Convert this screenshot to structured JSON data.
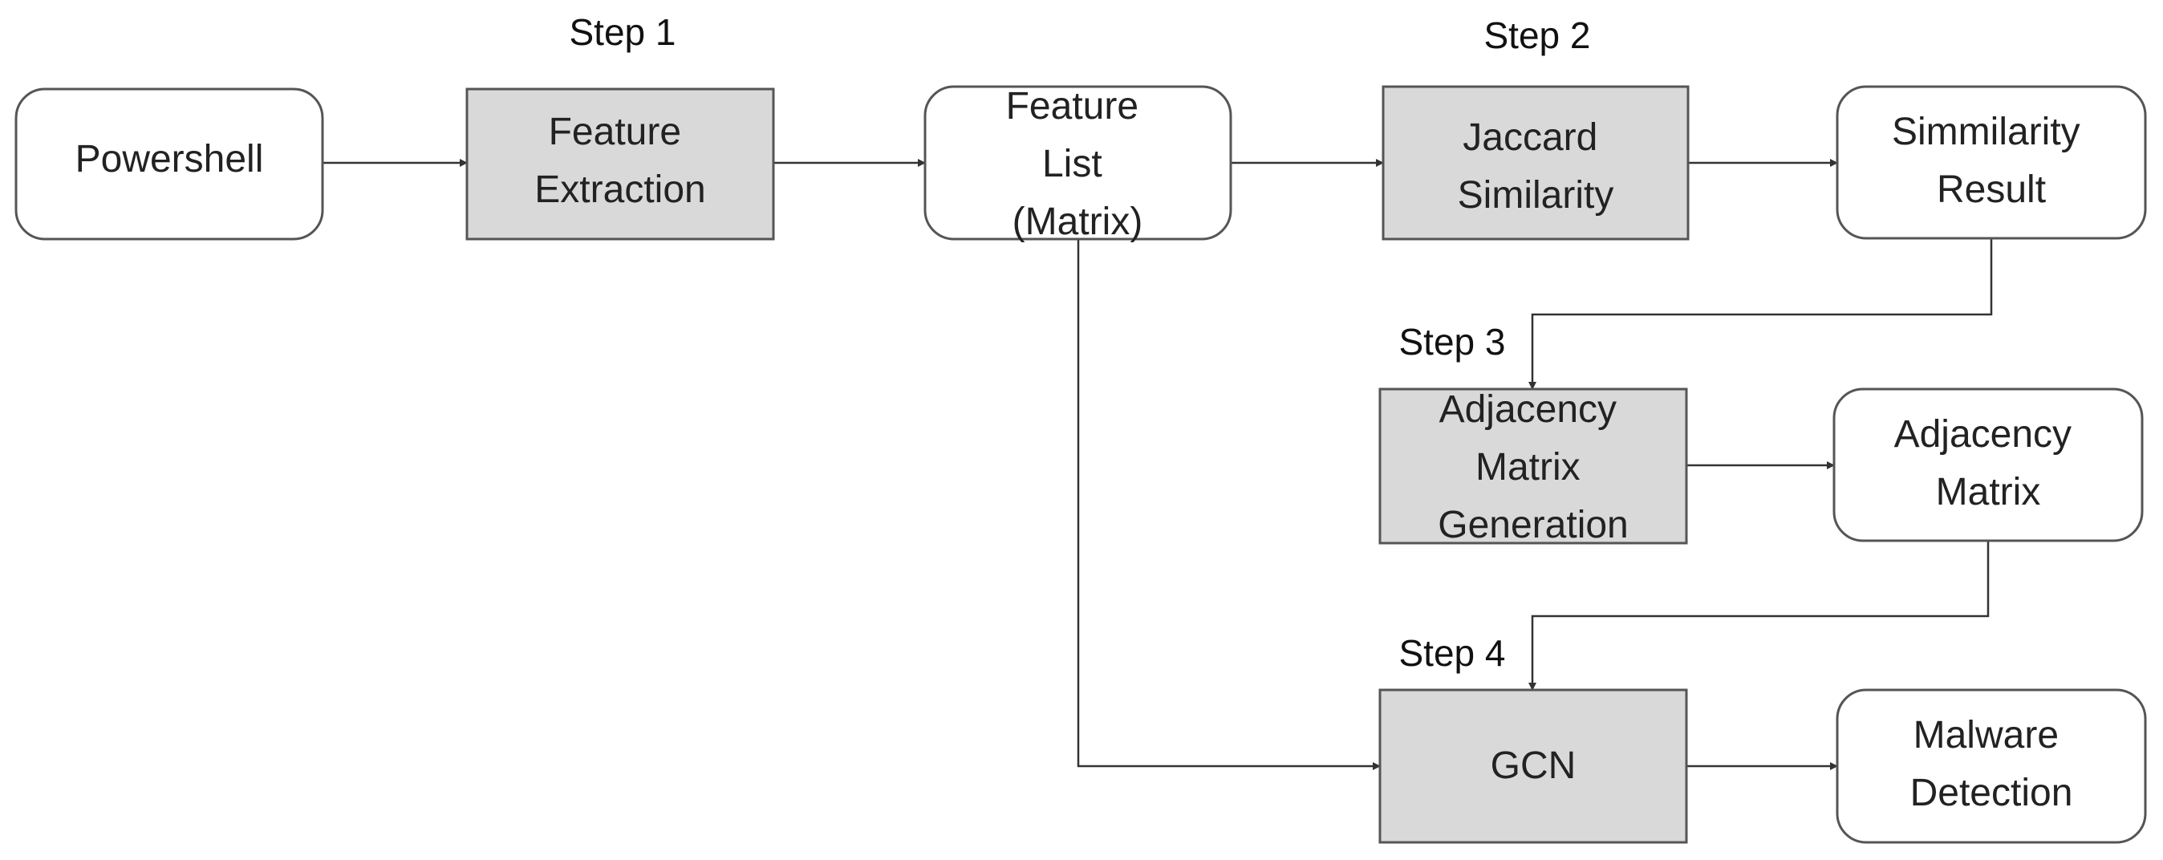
{
  "diagram": {
    "steps": {
      "step1": "Step 1",
      "step2": "Step 2",
      "step3": "Step 3",
      "step4": "Step 4"
    },
    "nodes": {
      "powershell": {
        "lines": [
          "Powershell"
        ],
        "shape": "rounded"
      },
      "feature_extraction": {
        "lines": [
          "Feature",
          "Extraction"
        ],
        "shape": "process"
      },
      "feature_list": {
        "lines": [
          "Feature",
          "List",
          "(Matrix)"
        ],
        "shape": "rounded"
      },
      "jaccard_similarity": {
        "lines": [
          "Jaccard",
          "Similarity"
        ],
        "shape": "process"
      },
      "similarity_result": {
        "lines": [
          "Simmilarity",
          "Result"
        ],
        "shape": "rounded"
      },
      "adjacency_generation": {
        "lines": [
          "Adjacency",
          "Matrix",
          "Generation"
        ],
        "shape": "process"
      },
      "adjacency_matrix": {
        "lines": [
          "Adjacency",
          "Matrix"
        ],
        "shape": "rounded"
      },
      "gcn": {
        "lines": [
          "GCN"
        ],
        "shape": "process"
      },
      "malware_detection": {
        "lines": [
          "Malware",
          "Detection"
        ],
        "shape": "rounded"
      }
    },
    "edges": [
      {
        "from": "powershell",
        "to": "feature_extraction"
      },
      {
        "from": "feature_extraction",
        "to": "feature_list"
      },
      {
        "from": "feature_list",
        "to": "jaccard_similarity"
      },
      {
        "from": "jaccard_similarity",
        "to": "similarity_result"
      },
      {
        "from": "similarity_result",
        "to": "adjacency_generation"
      },
      {
        "from": "adjacency_generation",
        "to": "adjacency_matrix"
      },
      {
        "from": "adjacency_matrix",
        "to": "gcn"
      },
      {
        "from": "feature_list",
        "to": "gcn"
      },
      {
        "from": "gcn",
        "to": "malware_detection"
      }
    ],
    "colors": {
      "process_fill": "#d9d9d9",
      "rounded_fill": "#ffffff",
      "stroke": "#555555",
      "edge": "#333333"
    }
  }
}
